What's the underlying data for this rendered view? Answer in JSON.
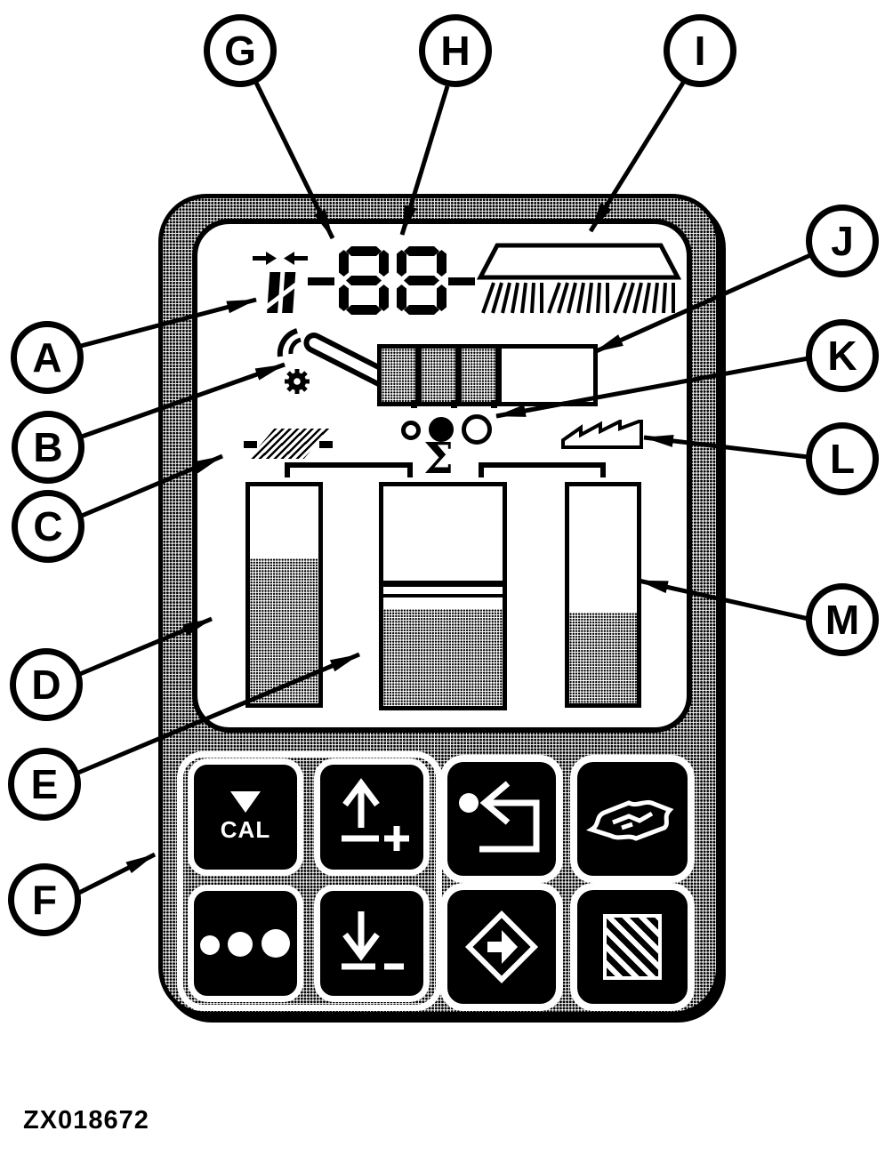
{
  "figure_code": "ZX018672",
  "display": {
    "segment_value": "88",
    "left_dash": "-",
    "right_dash": "-",
    "sum_symbol": "Σ",
    "gauge": {
      "filled_segments": 3,
      "appearance": "3 stippled cells then empty"
    },
    "status_dots": {
      "count": 3,
      "filled_index": 1
    },
    "bars": [
      {
        "name": "left-level-bar",
        "fill_pct": 67
      },
      {
        "name": "center-level-bar",
        "fill_pct": 44,
        "has_marker_lines": true
      },
      {
        "name": "right-level-bar",
        "fill_pct": 42
      }
    ]
  },
  "keypad": {
    "cal": {
      "label": "CAL",
      "icon": "triangle-down-icon"
    },
    "increase": {
      "plus_sign": "+",
      "icon": "arrow-up-icon"
    },
    "return": {
      "icon": "return-arrow-icon"
    },
    "field": {
      "icon": "field-icon"
    },
    "dots": {
      "icon": "three-dots-icon"
    },
    "decrease": {
      "minus_sign": "−",
      "icon": "arrow-down-icon"
    },
    "enter": {
      "icon": "diamond-arrow-icon"
    },
    "hatch": {
      "icon": "hatched-square-icon"
    }
  },
  "callouts": [
    {
      "letter": "A",
      "target": "convergence-arrows-icon"
    },
    {
      "letter": "B",
      "target": "sensor-pen-icon"
    },
    {
      "letter": "C",
      "target": "hatched-area-icon"
    },
    {
      "letter": "D",
      "target": "left-level-bar"
    },
    {
      "letter": "E",
      "target": "center-level-bar"
    },
    {
      "letter": "F",
      "target": "keypad"
    },
    {
      "letter": "G",
      "target": "seven-segment-digit-left"
    },
    {
      "letter": "H",
      "target": "seven-segment-digit-right"
    },
    {
      "letter": "I",
      "target": "boom-bristles-icon"
    },
    {
      "letter": "J",
      "target": "segment-gauge"
    },
    {
      "letter": "K",
      "target": "indicator-dots"
    },
    {
      "letter": "L",
      "target": "sawtooth-icon"
    },
    {
      "letter": "M",
      "target": "right-level-bar"
    }
  ],
  "colors": {
    "line_art": "#000000",
    "panel_fill": "#a9a9a9",
    "background": "#ffffff"
  }
}
